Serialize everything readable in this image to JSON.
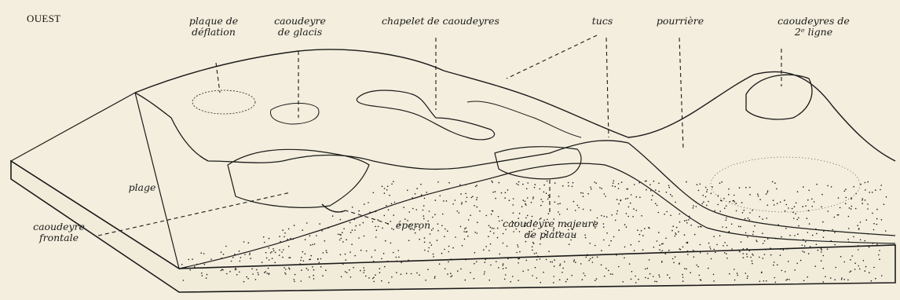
{
  "figure": {
    "orientation_label": "OUEST",
    "labels": {
      "plaque": [
        "plaque de",
        "déflation"
      ],
      "glacis": [
        "caoudeyre",
        "de glacis"
      ],
      "chapelet": [
        "chapelet de caoudeyres"
      ],
      "tucs": [
        "tucs"
      ],
      "pourriere": [
        "pourrière"
      ],
      "ligne2": [
        "caoudeyres de",
        "2ᵉ ligne"
      ],
      "plage": [
        "plage"
      ],
      "frontale": [
        "caoudeyre",
        "frontale"
      ],
      "eperon": [
        "éperon"
      ],
      "plateau": [
        "caoudeyre majeure",
        "de plateau"
      ]
    },
    "colors": {
      "paper": "#f3eedd",
      "ink": "#1a1a1a"
    }
  }
}
